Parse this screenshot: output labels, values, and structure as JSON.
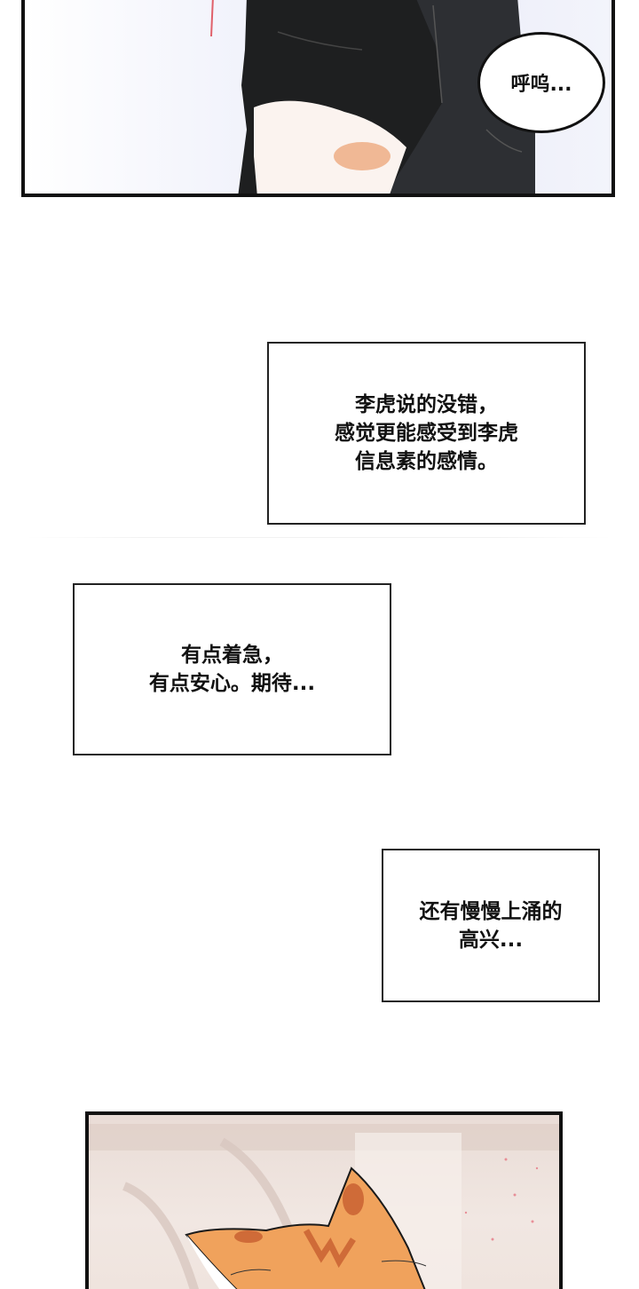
{
  "panels": {
    "top": {
      "description": "figure in dark clothing, close-up on lifted shirt",
      "speech_bubble": "呼呜..."
    },
    "bottom": {
      "description": "orange tabby cat head with striped forehead, blurred room background"
    }
  },
  "captions": [
    {
      "lines": [
        "李虎说的没错，",
        "感觉更能感受到李虎",
        "信息素的感情。"
      ]
    },
    {
      "lines": [
        "有点着急，",
        "有点安心。期待..."
      ]
    },
    {
      "lines": [
        "还有慢慢上涌的",
        "高兴..."
      ]
    }
  ],
  "colors": {
    "panel_border": "#111111",
    "cloth_dark": "#1e1f20",
    "skin": "#fbf3ef",
    "blush": "#e8864a",
    "cat_orange": "#f0a25c",
    "cat_stripe": "#cf6b38"
  }
}
